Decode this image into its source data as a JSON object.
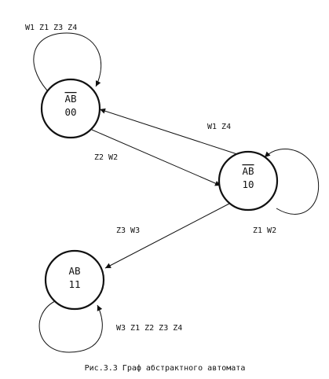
{
  "states": {
    "s00": {
      "label_prefix": "",
      "label_over": "AB",
      "label_suffix": "",
      "code": "00"
    },
    "s10": {
      "label_prefix": "",
      "label_over": "A",
      "label_suffix": "B",
      "code": "10"
    },
    "s11": {
      "label_prefix": "AB",
      "label_over": "",
      "label_suffix": "",
      "code": "11"
    }
  },
  "transitions": {
    "loop_00": "W1 Z1 Z3 Z4",
    "t10_00": "W1 Z4",
    "t00_10": "Z2 W2",
    "loop_10": "Z1 W2",
    "t10_11": "Z3 W3",
    "loop_11": "W3 Z1 Z2 Z3 Z4"
  },
  "caption": "Рис.3.3 Граф абстрактного автомата"
}
